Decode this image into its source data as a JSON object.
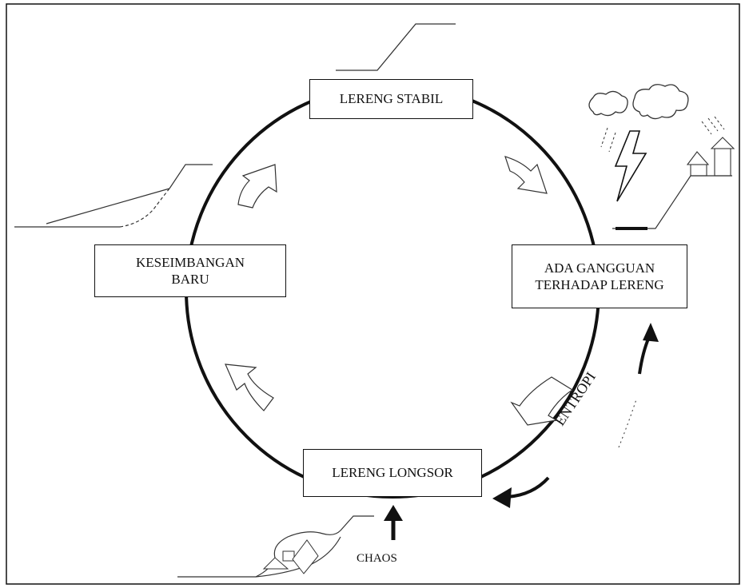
{
  "nodes": {
    "stable": "LERENG STABIL",
    "disturbance_line1": "ADA GANGGUAN",
    "disturbance_line2": "TERHADAP LERENG",
    "landslide": "LERENG LONGSOR",
    "new_balance_line1": "KESEIMBANGAN",
    "new_balance_line2": "BARU"
  },
  "labels": {
    "entropy": "ENTROPI",
    "chaos": "CHAOS"
  },
  "colors": {
    "ink": "#111111",
    "background": "#ffffff"
  }
}
